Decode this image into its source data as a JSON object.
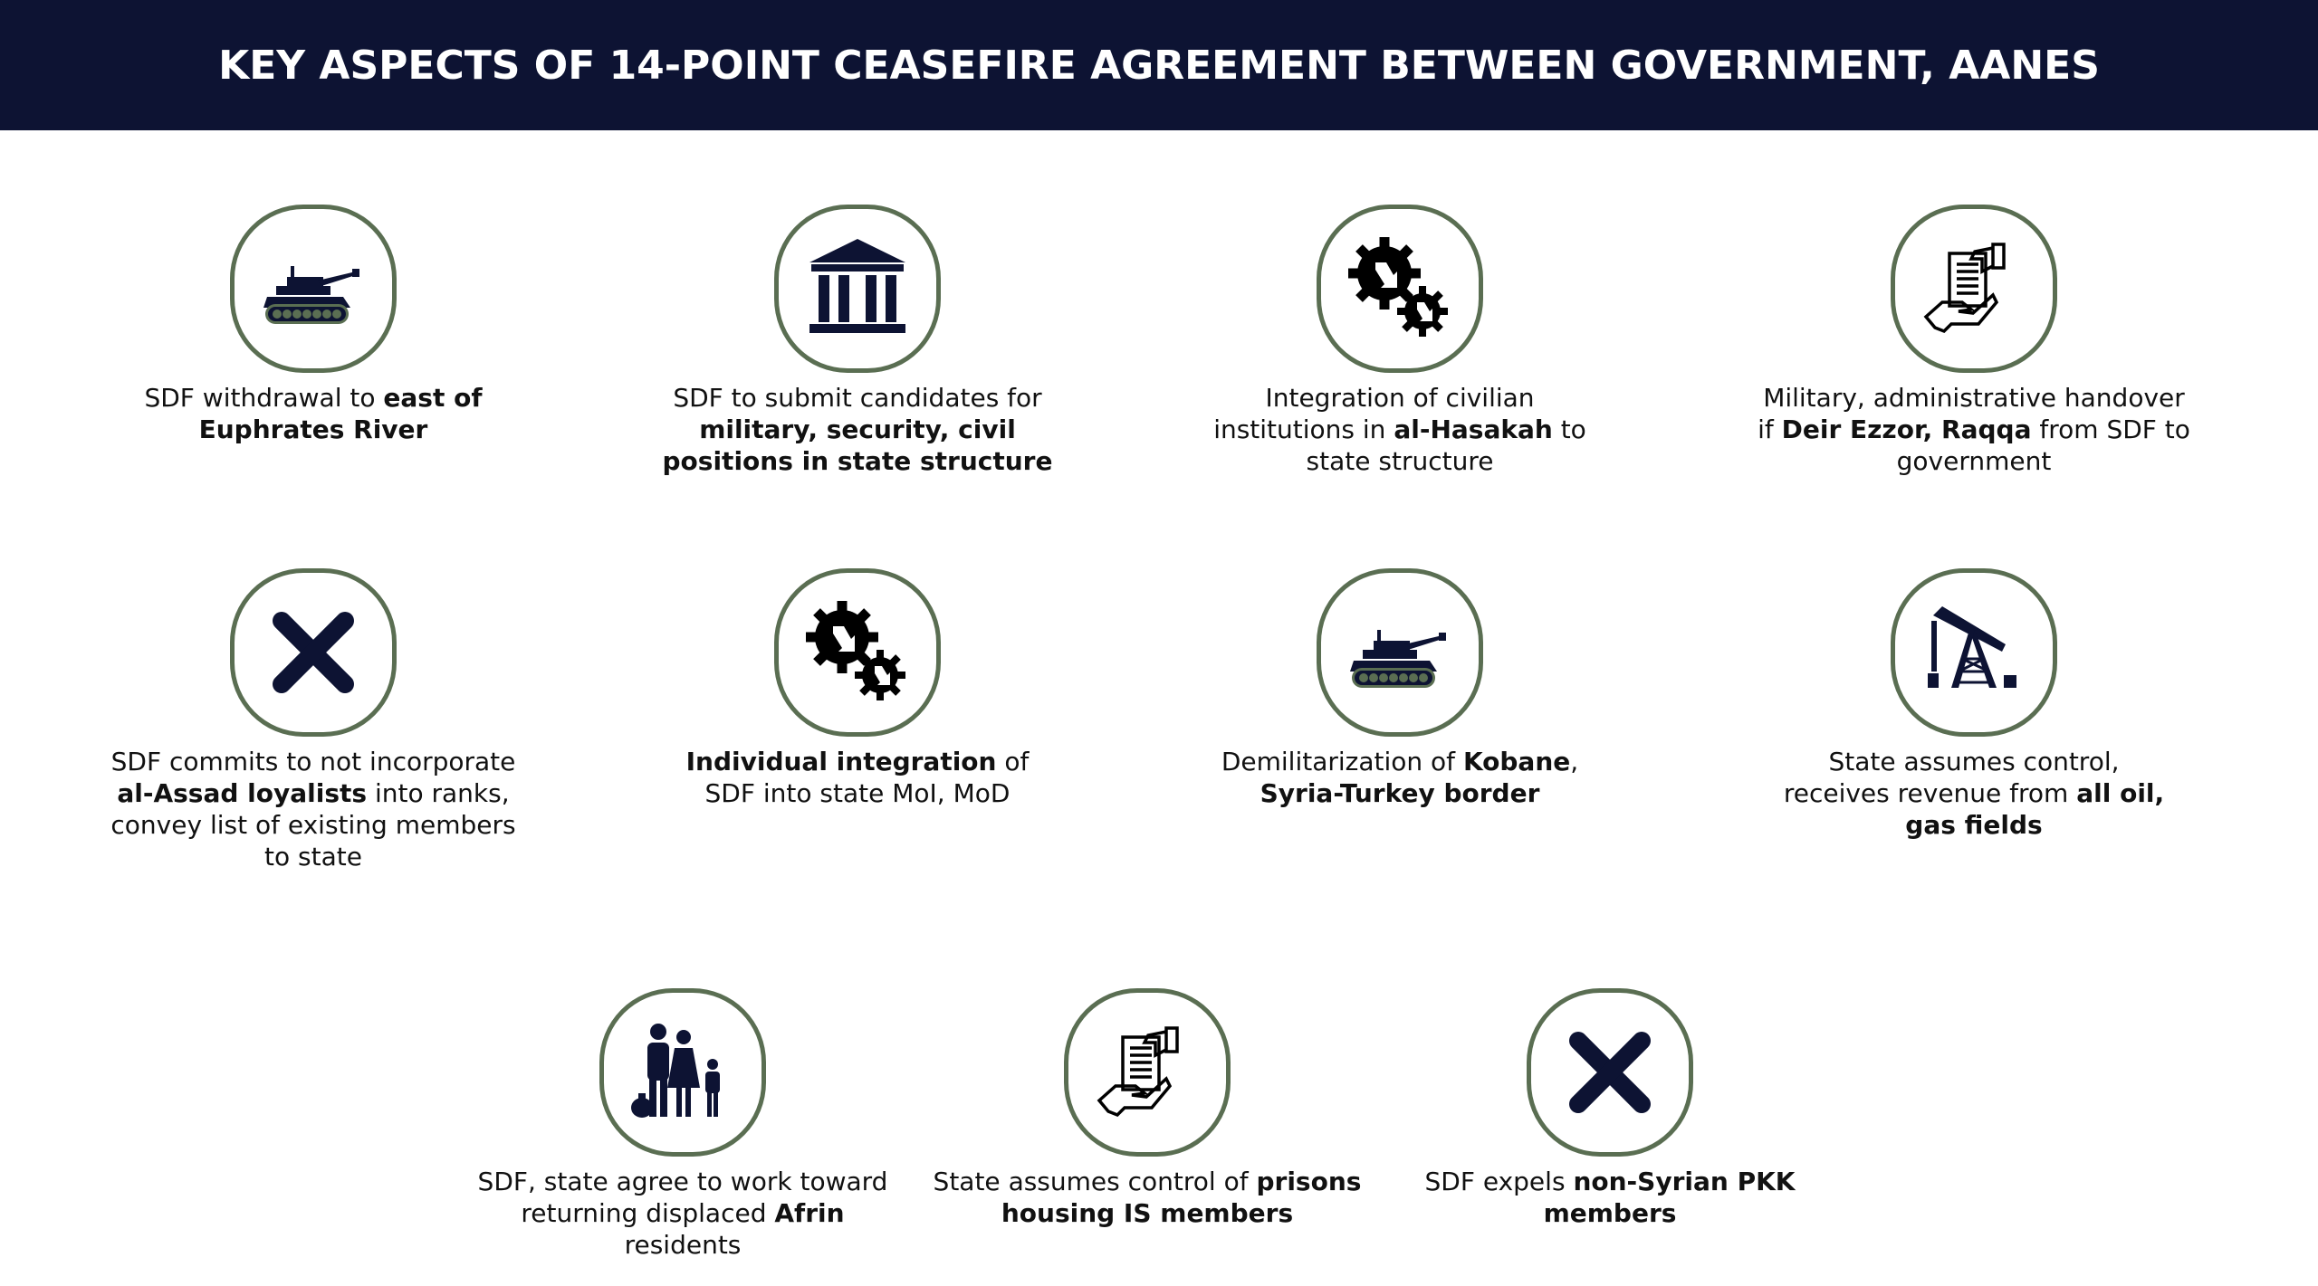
{
  "title": "KEY ASPECTS OF 14-POINT CEASEFIRE AGREEMENT BETWEEN GOVERNMENT, AANES",
  "colors": {
    "header_bg": "#0d1333",
    "icon_border": "#5a6e52",
    "icon_fill": "#0d1333"
  },
  "items": [
    {
      "icon": "tank-icon",
      "lines": [
        [
          [
            "SDF withdrawal to ",
            0
          ],
          [
            "east of",
            1
          ]
        ],
        [
          [
            "Euphrates River",
            1
          ]
        ]
      ]
    },
    {
      "icon": "government-building-icon",
      "lines": [
        [
          [
            "SDF to submit candidates for",
            0
          ]
        ],
        [
          [
            "military, security, civil",
            1
          ]
        ],
        [
          [
            "positions in state structure",
            1
          ]
        ]
      ]
    },
    {
      "icon": "gears-icon",
      "lines": [
        [
          [
            "Integration of civilian",
            0
          ]
        ],
        [
          [
            "institutions in ",
            0
          ],
          [
            "al-Hasakah",
            1
          ],
          [
            " to",
            0
          ]
        ],
        [
          [
            "state structure",
            0
          ]
        ]
      ]
    },
    {
      "icon": "document-handover-icon",
      "lines": [
        [
          [
            "Military, administrative handover",
            0
          ]
        ],
        [
          [
            "if ",
            0
          ],
          [
            "Deir Ezzor, Raqqa",
            1
          ],
          [
            " from SDF to",
            0
          ]
        ],
        [
          [
            "government",
            0
          ]
        ]
      ]
    },
    {
      "icon": "x-icon",
      "lines": [
        [
          [
            "SDF commits to not incorporate",
            0
          ]
        ],
        [
          [
            "al-Assad loyalists",
            1
          ],
          [
            " into ranks,",
            0
          ]
        ],
        [
          [
            "convey list of existing members",
            0
          ]
        ],
        [
          [
            "to state",
            0
          ]
        ]
      ]
    },
    {
      "icon": "gears-icon",
      "lines": [
        [
          [
            "Individual integration",
            1
          ],
          [
            " of",
            0
          ]
        ],
        [
          [
            "SDF into state MoI, MoD",
            0
          ]
        ]
      ]
    },
    {
      "icon": "tank-icon",
      "lines": [
        [
          [
            "Demilitarization of ",
            0
          ],
          [
            "Kobane",
            1
          ],
          [
            ",",
            0
          ]
        ],
        [
          [
            "Syria-Turkey border",
            1
          ]
        ]
      ]
    },
    {
      "icon": "oil-pump-icon",
      "lines": [
        [
          [
            "State assumes control,",
            0
          ]
        ],
        [
          [
            "receives revenue from ",
            0
          ],
          [
            "all oil,",
            1
          ]
        ],
        [
          [
            "gas fields",
            1
          ]
        ]
      ]
    },
    {
      "icon": "family-icon",
      "lines": [
        [
          [
            "SDF, state agree to work toward",
            0
          ]
        ],
        [
          [
            "returning displaced ",
            0
          ],
          [
            "Afrin",
            1
          ]
        ],
        [
          [
            "residents",
            0
          ]
        ]
      ]
    },
    {
      "icon": "document-handover-icon",
      "lines": [
        [
          [
            "State assumes control of ",
            0
          ],
          [
            "prisons",
            1
          ]
        ],
        [
          [
            "housing IS members",
            1
          ]
        ]
      ]
    },
    {
      "icon": "x-icon",
      "lines": [
        [
          [
            "SDF expels ",
            0
          ],
          [
            "non-Syrian PKK",
            1
          ]
        ],
        [
          [
            "members",
            1
          ]
        ]
      ]
    }
  ]
}
